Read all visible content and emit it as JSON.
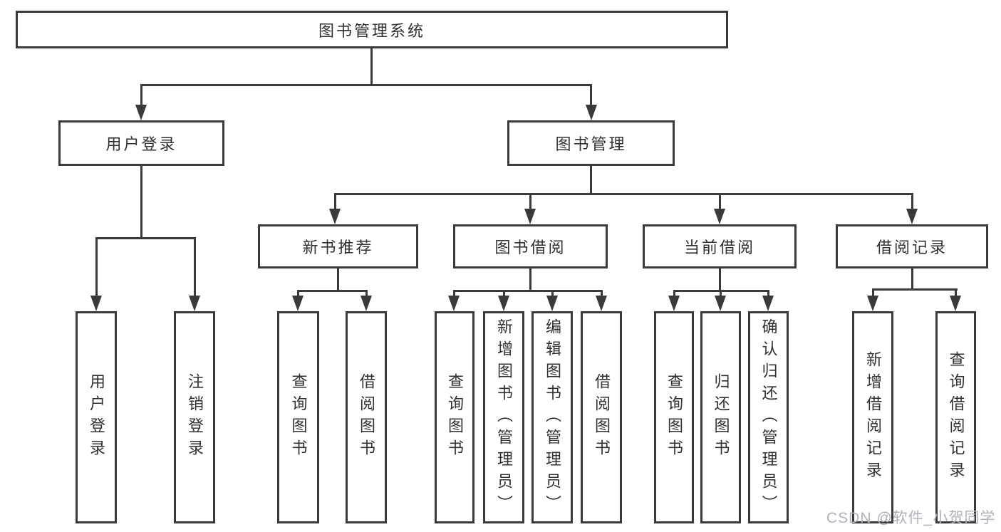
{
  "tree": {
    "label": "图书管理系统",
    "children": [
      {
        "label": "用户登录",
        "children": [
          {
            "label": "用户登录"
          },
          {
            "label": "注销登录"
          }
        ]
      },
      {
        "label": "图书管理",
        "children": [
          {
            "label": "新书推荐",
            "children": [
              {
                "label": "查询图书"
              },
              {
                "label": "借阅图书"
              }
            ]
          },
          {
            "label": "图书借阅",
            "children": [
              {
                "label": "查询图书"
              },
              {
                "label": "新增图书（管理员）"
              },
              {
                "label": "编辑图书（管理员）"
              },
              {
                "label": "借阅图书"
              }
            ]
          },
          {
            "label": "当前借阅",
            "children": [
              {
                "label": "查询图书"
              },
              {
                "label": "归还图书"
              },
              {
                "label": "确认归还（管理员）"
              }
            ]
          },
          {
            "label": "借阅记录",
            "children": [
              {
                "label": "新增借阅记录"
              },
              {
                "label": "查询借阅记录"
              }
            ]
          }
        ]
      }
    ]
  },
  "watermark": {
    "text": "CSDN @软件_小贺同学"
  },
  "colors": {
    "line": "#3a3a3a",
    "text": "#313131",
    "watermark": "#aeb2bb",
    "background": "#ffffff"
  }
}
